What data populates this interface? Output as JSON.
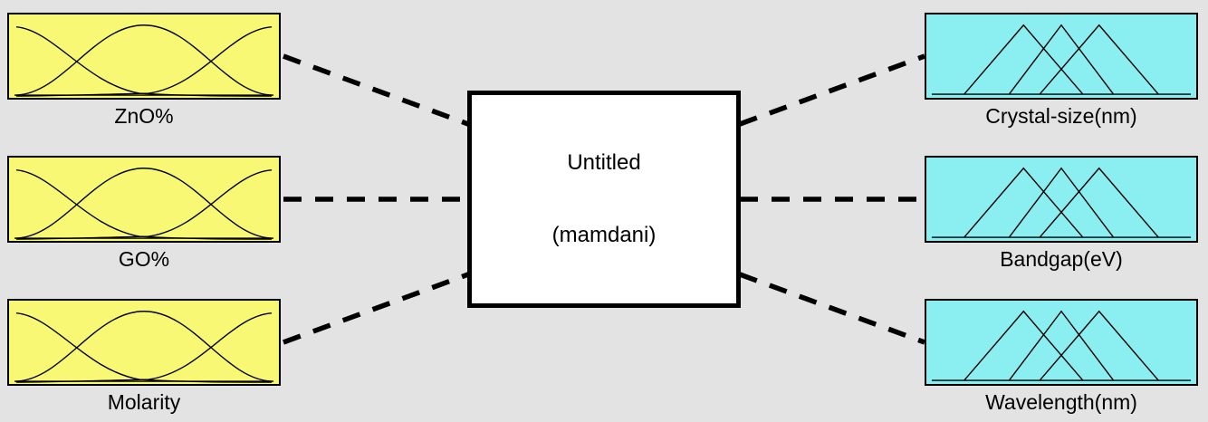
{
  "system": {
    "title": "Untitled",
    "type_label": "(mamdani)"
  },
  "inputs": [
    {
      "label": "ZnO%"
    },
    {
      "label": "GO%"
    },
    {
      "label": "Molarity"
    }
  ],
  "outputs": [
    {
      "label": "Crystal-size(nm)"
    },
    {
      "label": "Bandgap(eV)"
    },
    {
      "label": "Wavelength(nm)"
    }
  ],
  "colors": {
    "background": "#e3e3e3",
    "input_fill": "#f8f875",
    "output_fill": "#8beef0",
    "connector": "#000000",
    "box_border": "#000000"
  },
  "icons": {
    "input_mf_plot": "gaussian-membership-curves",
    "output_mf_plot": "triangular-membership-curves"
  }
}
